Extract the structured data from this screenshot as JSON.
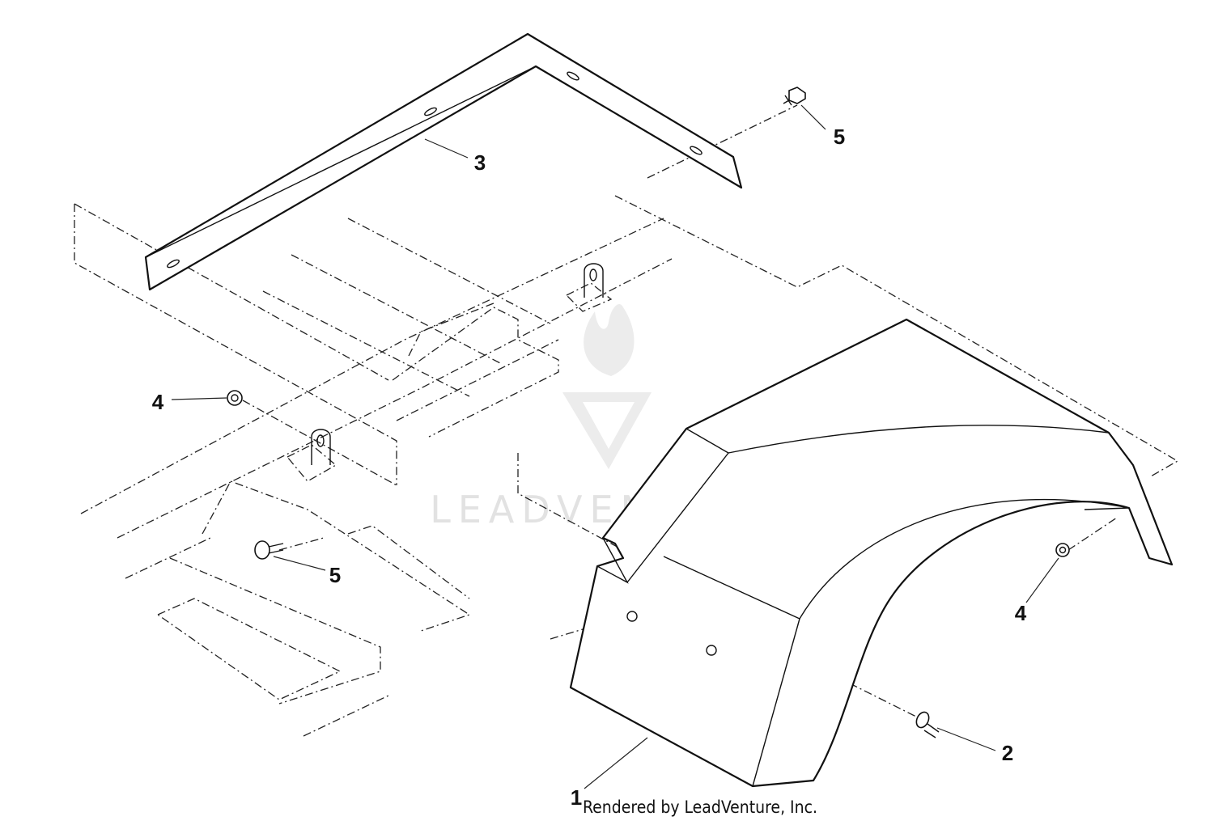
{
  "diagram": {
    "callouts": [
      {
        "id": "callout-1-fender",
        "label": "1"
      },
      {
        "id": "callout-2-carriage-bolt",
        "label": "2"
      },
      {
        "id": "callout-3-bracket",
        "label": "3"
      },
      {
        "id": "callout-4-nut-left",
        "label": "4"
      },
      {
        "id": "callout-4-nut-right",
        "label": "4"
      },
      {
        "id": "callout-5-screw-top",
        "label": "5"
      },
      {
        "id": "callout-5-bolt-left",
        "label": "5"
      }
    ],
    "credit": "Rendered by LeadVenture, Inc.",
    "watermark": "LEADVENTURE"
  }
}
